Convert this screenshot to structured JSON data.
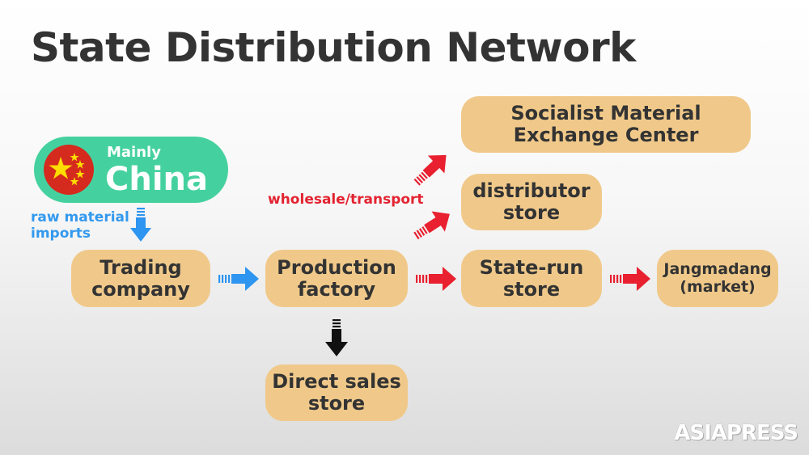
{
  "title": "State Distribution Network",
  "source": {
    "mainly": "Mainly",
    "country": "China"
  },
  "labels": {
    "raw_material": [
      "raw material",
      "imports"
    ],
    "wholesale": "wholesale/transport"
  },
  "nodes": {
    "trading": [
      "Trading",
      "company"
    ],
    "production": [
      "Production",
      "factory"
    ],
    "direct_sales": [
      "Direct sales",
      "store"
    ],
    "exchange_center": [
      "Socialist Material",
      "Exchange Center"
    ],
    "distributor": [
      "distributor",
      "store"
    ],
    "state_run": [
      "State-run",
      "store"
    ],
    "jangmadang": [
      "Jangmadang",
      "(market)"
    ]
  },
  "watermark": "ASIAPRESS",
  "colors": {
    "box": "#f0c98a",
    "china": "#45d19f",
    "flag_red": "#d42b1e",
    "flag_star": "#ffde00",
    "blue_arrow": "#2e95f0",
    "red_arrow": "#e8202f",
    "black_arrow": "#111111",
    "text": "#333333"
  }
}
